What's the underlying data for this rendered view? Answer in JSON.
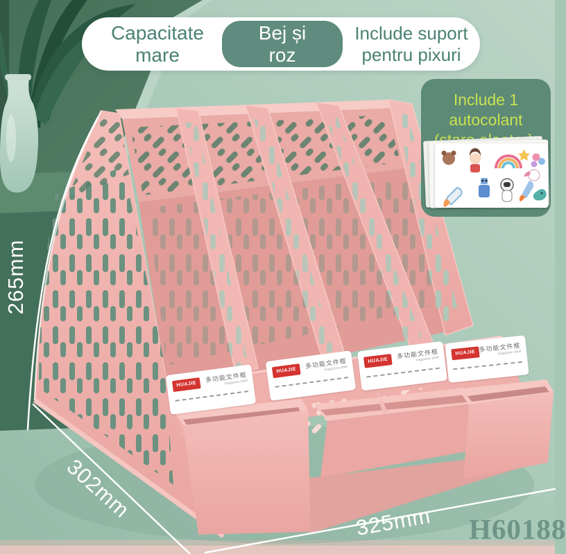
{
  "banner": {
    "capacity_label": "Capacitate mare",
    "color_badge_label": "Bej și roz",
    "pen_support_label": "Include suport pentru pixuri"
  },
  "sticker_box": {
    "lines": [
      "Include 1",
      "autocolant",
      "(stare aleator)."
    ]
  },
  "dimensions": {
    "height_label": "265mm",
    "depth_label": "302mm",
    "width_label": "325mm"
  },
  "product_code": "H60188",
  "tray_label": {
    "brand": "HUAJIE",
    "title_cn": "多功能文件框",
    "subtitle_en": "magazine shelf"
  },
  "colors": {
    "background_sage": "#a6c7b6",
    "background_dark_green": "#4c7a63",
    "product_pink": "#f0b4b0",
    "banner_text_teal": "#4a8173",
    "badge_background": "#5f8c7e",
    "sticker_box_background": "#5d8977",
    "sticker_text": "#c7e24f",
    "brand_red": "#d43430",
    "product_code_teal": "#6f9488"
  }
}
